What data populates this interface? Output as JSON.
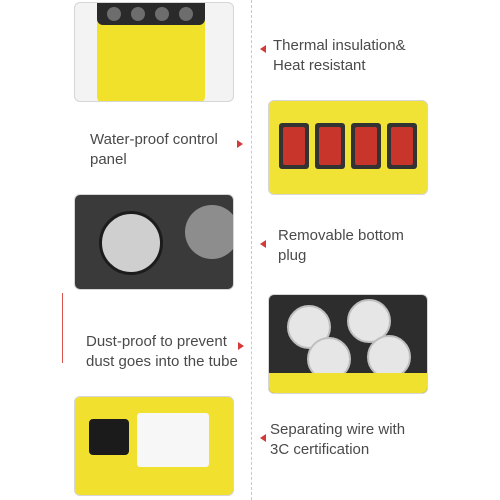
{
  "captions": {
    "thermal": {
      "line1": "Thermal insulation&",
      "line2": "Heat resistant"
    },
    "waterproof": {
      "line1": "Water-proof control",
      "line2": "panel"
    },
    "removable": {
      "line1": "Removable bottom",
      "line2": "plug"
    },
    "dustproof": {
      "line1": "Dust-proof to prevent",
      "line2": "dust goes into the tube"
    },
    "separating": {
      "line1": "Separating wire with",
      "line2": "3C certification"
    }
  },
  "colors": {
    "accent_yellow": "#f2e12a",
    "arrow_red": "#d33a3a",
    "text_gray": "#4a4a4a"
  }
}
